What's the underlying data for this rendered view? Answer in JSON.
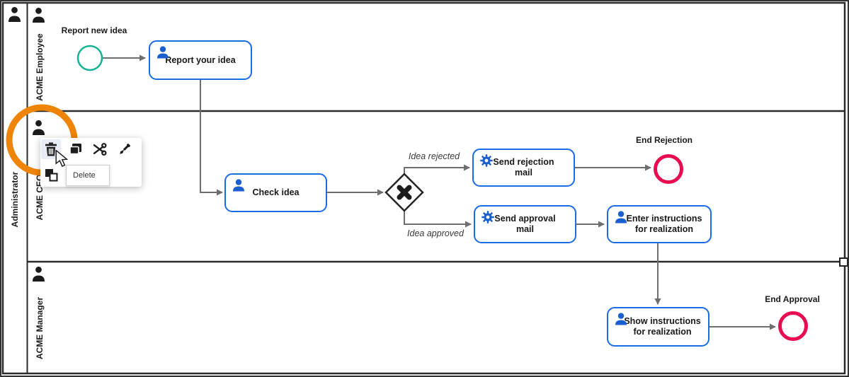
{
  "pool": {
    "label": "Administrator",
    "lanes": [
      {
        "label": "ACME Employee"
      },
      {
        "label": "ACME CEO"
      },
      {
        "label": "ACME Manager"
      }
    ]
  },
  "diagram": {
    "start_event": {
      "label": "Report new idea"
    },
    "tasks": [
      {
        "id": "report-your-idea",
        "type": "user",
        "label": "Report your idea"
      },
      {
        "id": "check-idea",
        "type": "user",
        "label": "Check idea"
      },
      {
        "id": "send-rejection-mail",
        "type": "service",
        "label": "Send rejection mail"
      },
      {
        "id": "send-approval-mail",
        "type": "service",
        "label": "Send approval mail"
      },
      {
        "id": "enter-instructions",
        "type": "user",
        "label": "Enter instructions for realization"
      },
      {
        "id": "show-instructions",
        "type": "user",
        "label": "Show instructions for realization"
      }
    ],
    "gateway": {
      "type": "exclusive"
    },
    "flow_labels": {
      "rejected": "Idea rejected",
      "approved": "Idea approved"
    },
    "end_events": [
      {
        "label": "End Rejection"
      },
      {
        "label": "End Approval"
      }
    ]
  },
  "context_menu": {
    "items": [
      {
        "name": "delete",
        "selected": true
      },
      {
        "name": "copy"
      },
      {
        "name": "cut"
      },
      {
        "name": "color-picker"
      },
      {
        "name": "order-overlap"
      }
    ],
    "tooltip": "Delete"
  },
  "colors": {
    "task_border": "#1a6ce4",
    "task_icon_blue": "#1a5fd0",
    "start_event_green": "#14b394",
    "end_event_red": "#e80c51",
    "flow_gray": "#6e6e6e",
    "lane_border": "#2b2b2b",
    "highlight_ring_orange": "#ee8408",
    "menu_selected_bg": "#e8edf5"
  }
}
